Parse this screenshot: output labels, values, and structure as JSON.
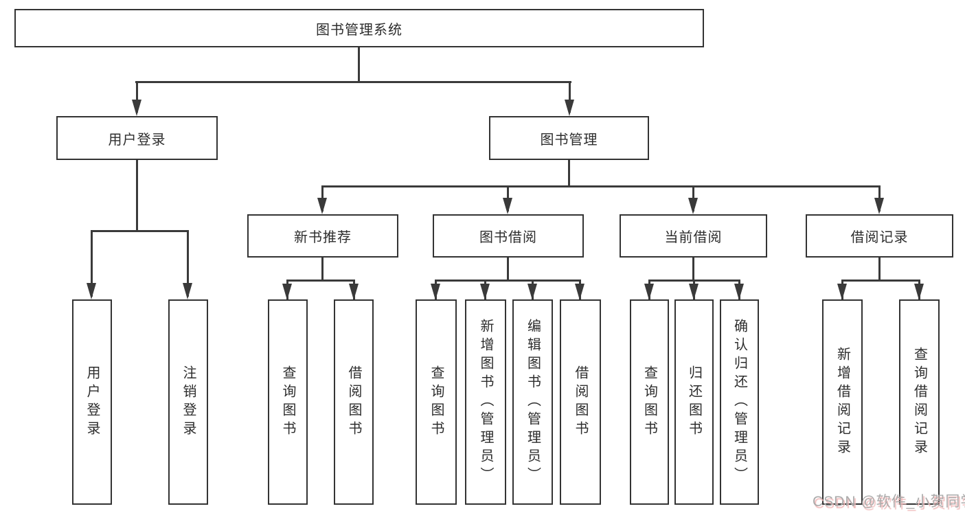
{
  "colors": {
    "line": "#3a3a3a",
    "box_border": "#333333",
    "text": "#2d2d2d",
    "background": "#ffffff",
    "watermark_text": "#ababab",
    "watermark_shadow": "#f0b9b9"
  },
  "diagram": {
    "root": {
      "label": "图书管理系统"
    },
    "level2": [
      {
        "label": "用户登录"
      },
      {
        "label": "图书管理"
      }
    ],
    "level3": [
      {
        "label": "新书推荐"
      },
      {
        "label": "图书借阅"
      },
      {
        "label": "当前借阅"
      },
      {
        "label": "借阅记录"
      }
    ],
    "leaves": [
      {
        "label": "用户登录"
      },
      {
        "label": "注销登录"
      },
      {
        "label": "查询图书"
      },
      {
        "label": "借阅图书"
      },
      {
        "label": "查询图书"
      },
      {
        "label": "新增图书（管理员）"
      },
      {
        "label": "编辑图书（管理员）"
      },
      {
        "label": "借阅图书"
      },
      {
        "label": "查询图书"
      },
      {
        "label": "归还图书"
      },
      {
        "label": "确认归还（管理员）"
      },
      {
        "label": "新增借阅记录"
      },
      {
        "label": "查询借阅记录"
      }
    ]
  },
  "watermark": {
    "text": "CSDN @软件_小贺同学"
  }
}
